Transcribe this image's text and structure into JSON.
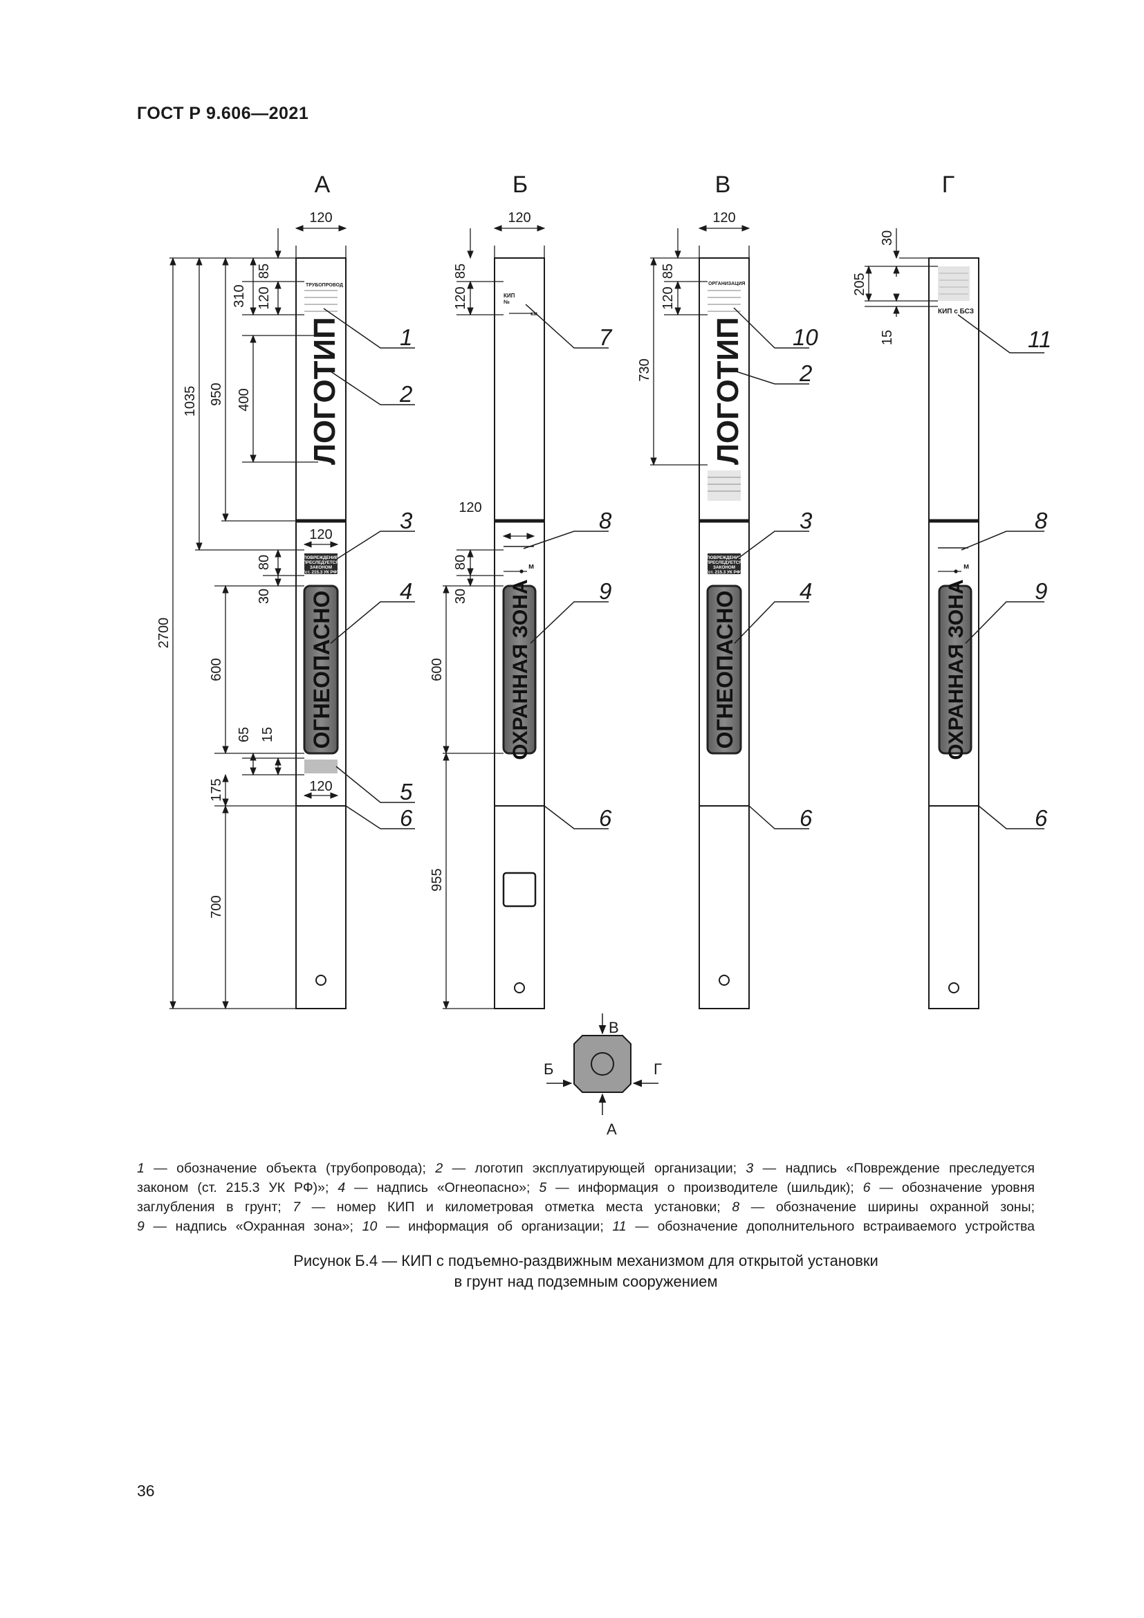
{
  "header": {
    "standard": "ГОСТ Р 9.606—2021"
  },
  "views": {
    "a": "А",
    "b": "Б",
    "v": "В",
    "g": "Г"
  },
  "dimensions": {
    "d120": "120",
    "d85": "85",
    "d310": "310",
    "d400": "400",
    "d950": "950",
    "d1035": "1035",
    "d80": "80",
    "d30": "30",
    "d600": "600",
    "d65": "65",
    "d15": "15",
    "d175": "175",
    "d700": "700",
    "d2700": "2700",
    "d955": "955",
    "d730": "730",
    "d205": "205"
  },
  "callouts": {
    "c1": "1",
    "c2": "2",
    "c3": "3",
    "c4": "4",
    "c5": "5",
    "c6": "6",
    "c7": "7",
    "c8": "8",
    "c9": "9",
    "c10": "10",
    "c11": "11"
  },
  "post_labels": {
    "pipeline": "ТРУБОПРОВОД",
    "organization": "ОРГАНИЗАЦИЯ",
    "logo": "ЛОГОТИП",
    "damage_1": "ПОВРЕЖДЕНИЕ",
    "damage_2": "ПРЕСЛЕДУЕТСЯ",
    "damage_3": "ЗАКОНОМ",
    "damage_4": "(ст. 215.3 УК РФ)",
    "danger": "ОГНЕОПАСНО",
    "zone": "ОХРАННАЯ ЗОНА",
    "kip": "КИП",
    "kip_no": "№",
    "km": "км",
    "meter": "м",
    "kip_bsz": "КИП с БСЗ"
  },
  "directions": {
    "north": "В",
    "west": "Б",
    "east": "Г",
    "south": "А"
  },
  "legend": {
    "n1": "1",
    "t1": " — обозначение объекта (трубопровода); ",
    "n2": "2",
    "t2": " — логотип эксплуатирующей организации; ",
    "n3": "3",
    "t3": " — надпись «Повреждение преследуется",
    "t3b": "законом (ст. 215.3 УК РФ)»; ",
    "n4": "4",
    "t4": " — надпись «Огнеопасно»; ",
    "n5": "5",
    "t5": " — информация о производителе (шильдик); ",
    "n6": "6",
    "t6": " — обозначение уровня",
    "t6b": "заглубления в грунт; ",
    "n7": "7",
    "t7": " — номер КИП и километровая отметка места установки; ",
    "n8": "8",
    "t8": " — обозначение ширины охранной зоны;",
    "n9": "9",
    "t9": " — надпись «Охранная зона»; ",
    "n10": "10",
    "t10": " — информация об организации; ",
    "n11": "11",
    "t11": " — обозначение дополнительного встраиваемого устройства"
  },
  "caption": {
    "line1": "Рисунок Б.4 — КИП с подъемно-раздвижным механизмом для открытой установки",
    "line2": "в грунт над подземным сооружением"
  },
  "page_number": "36"
}
